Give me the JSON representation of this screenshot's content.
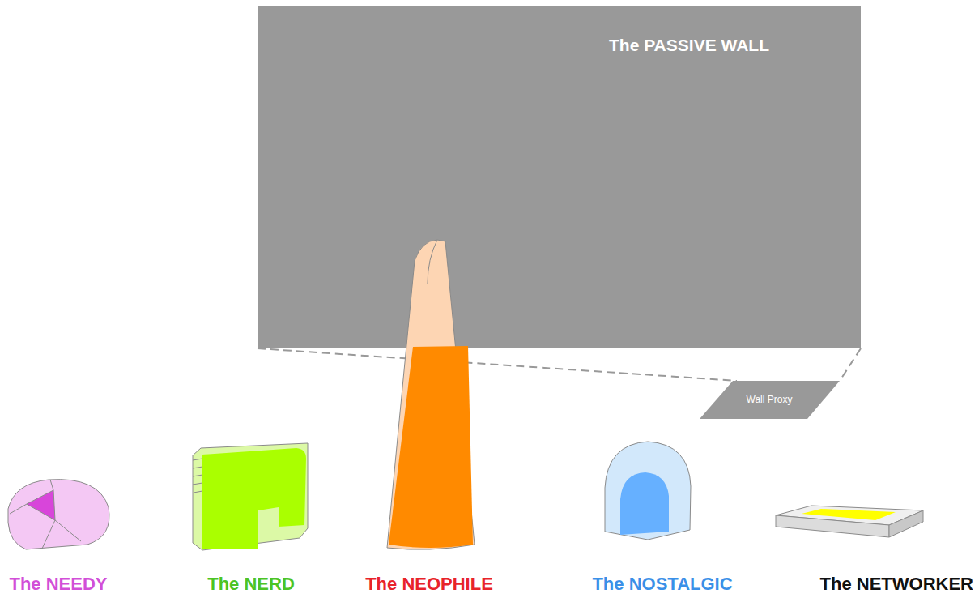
{
  "diagram": {
    "nodes": [
      {
        "text": [
          "The PASSIVE WALL"
        ]
      },
      {
        "text": [
          "Wall Proxy"
        ]
      },
      {
        "text": [
          "The NEEDY"
        ]
      },
      {
        "text": [
          "The NERD"
        ]
      },
      {
        "text": [
          "The NEOPHILE"
        ]
      },
      {
        "text": [
          "The NOSTALGIC"
        ]
      },
      {
        "text": [
          "The NETWORKER"
        ]
      }
    ],
    "edges": [
      {
        "from": 0,
        "to": 1,
        "arrow": "none"
      }
    ]
  }
}
